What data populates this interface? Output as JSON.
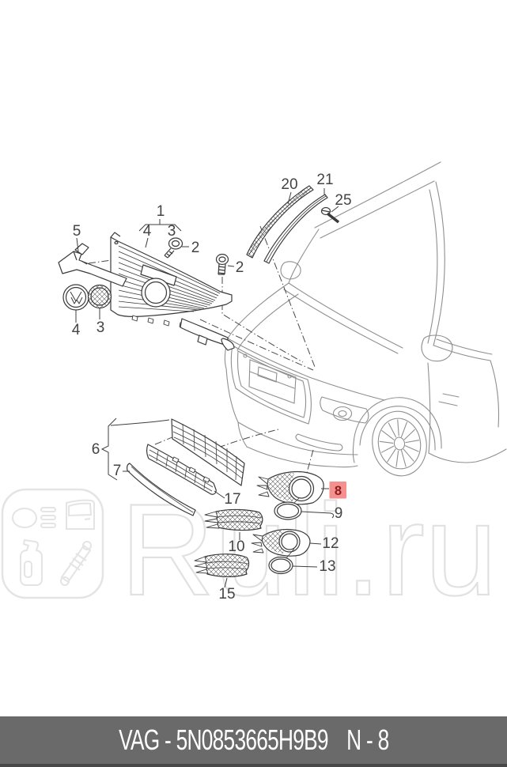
{
  "watermark": {
    "brand": "Ruli.ru",
    "icons": [
      "headlight-icon",
      "car-door-icon",
      "oil-canister-icon",
      "shock-absorber-icon"
    ]
  },
  "footer": {
    "catalog_label": "VAG - 5N0853665H9B9",
    "page_label": "N - 8"
  },
  "diagram": {
    "title": "front grille and bumper grilles exploded parts diagram",
    "highlight_color": "#f4918f",
    "highlight_text_color": "#8c1e1e",
    "highlighted_callout": "8",
    "callouts": [
      "1",
      "4",
      "3",
      "2",
      "2",
      "5",
      "4",
      "3",
      "20",
      "21",
      "25",
      "6",
      "7",
      "17",
      "10",
      "15",
      "9",
      "12",
      "13"
    ]
  }
}
